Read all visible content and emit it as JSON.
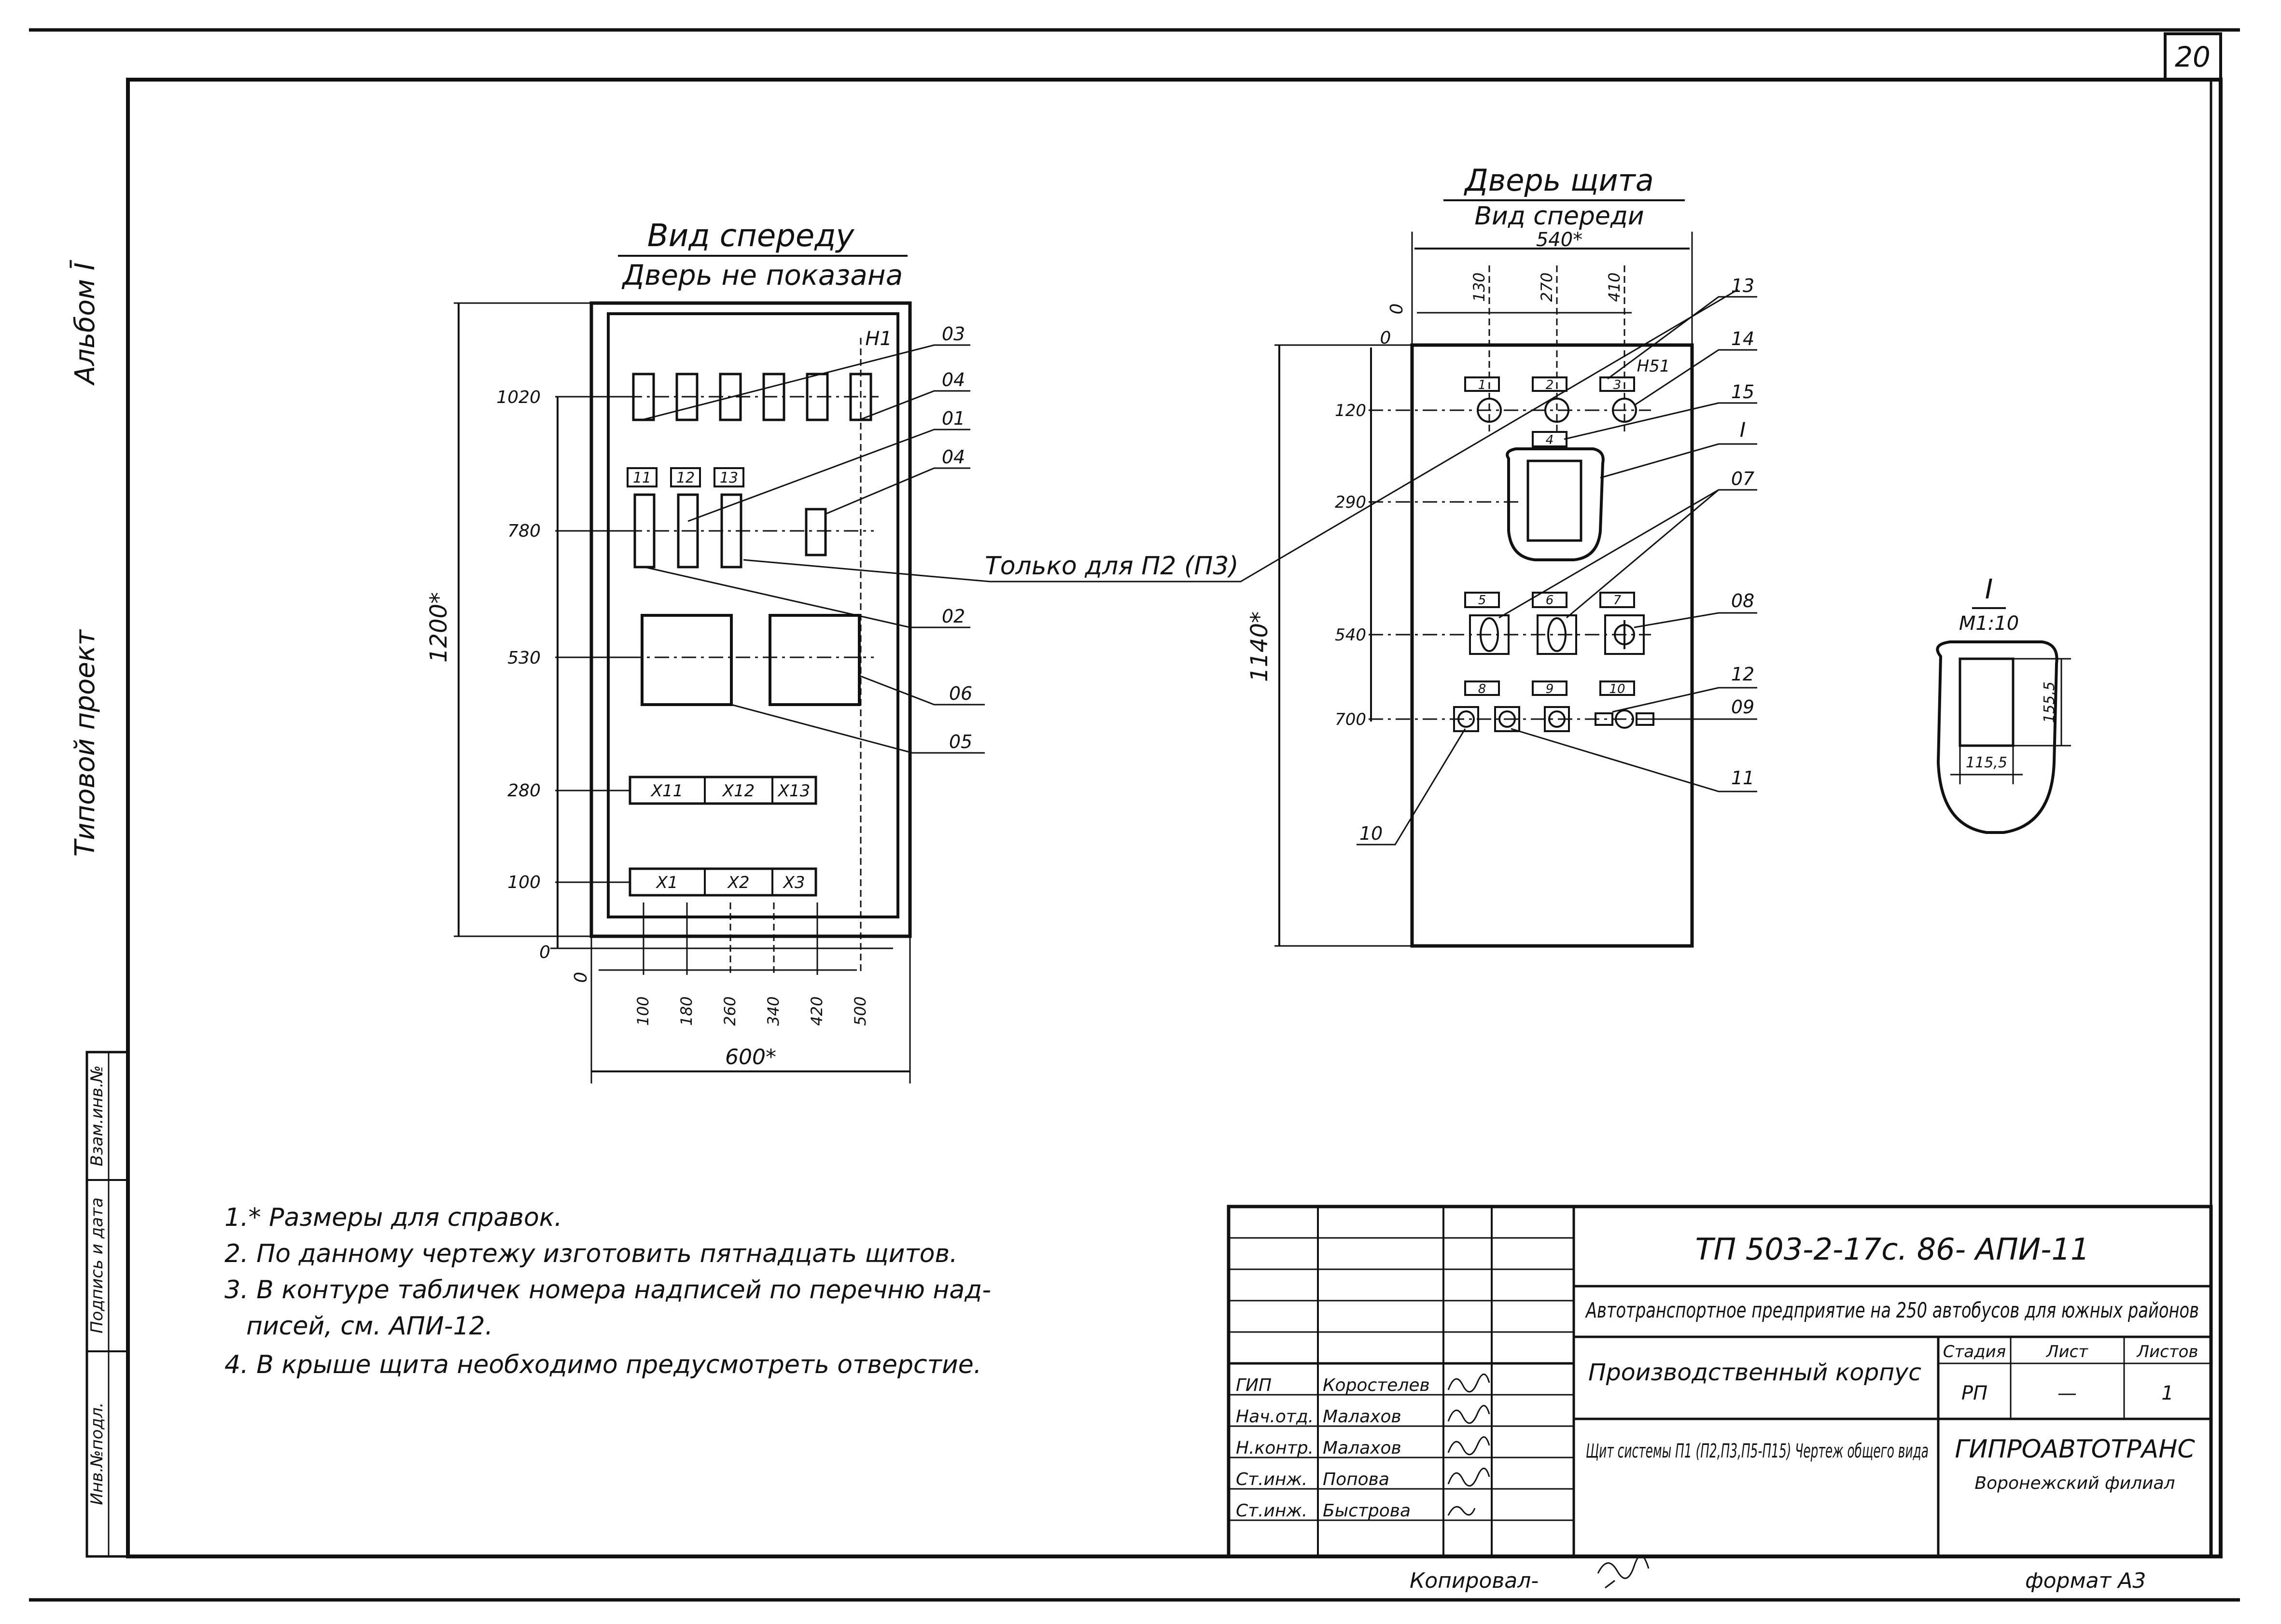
{
  "sheet_number": "20",
  "side_labels": {
    "album": "Альбом Ī",
    "project": "Типовой проект",
    "stamp_cells": [
      "Инв.№подл.",
      "Подпись и дата",
      "Взам.инв.№"
    ]
  },
  "front_view": {
    "title": "Вид спереду",
    "subtitle": "Дверь не показана",
    "panel_label": "Н1",
    "height_dim": "1200*",
    "width_dim": "600*",
    "y_ticks": [
      "1020",
      "780",
      "530",
      "280",
      "100",
      "0"
    ],
    "x_ticks": [
      "0",
      "100",
      "180",
      "260",
      "340",
      "420",
      "500"
    ],
    "device_labels": [
      "11",
      "12",
      "13"
    ],
    "terminal_top": [
      "Х11",
      "Х12",
      "Х13"
    ],
    "terminal_bottom": [
      "Х1",
      "Х2",
      "Х3"
    ],
    "callouts": [
      "03",
      "04",
      "01",
      "04",
      "02",
      "06",
      "05"
    ]
  },
  "door_view": {
    "title": "Дверь щита",
    "subtitle": "Вид спереди",
    "width_dim": "540*",
    "height_dim": "1140*",
    "panel_label": "Н51",
    "x_ticks": [
      "0",
      "130",
      "270",
      "410"
    ],
    "y_ticks": [
      "0",
      "120",
      "290",
      "540",
      "700"
    ],
    "device_labels": [
      "1",
      "2",
      "3",
      "4",
      "5",
      "6",
      "7",
      "8",
      "9",
      "10"
    ],
    "callouts": [
      "13",
      "14",
      "15",
      "I",
      "07",
      "08",
      "12",
      "09",
      "11",
      "10"
    ]
  },
  "only_for": "Только для П2 (П3)",
  "detail_view": {
    "title": "I",
    "scale": "М1:10",
    "height_dim": "155,5",
    "width_dim": "115,5"
  },
  "notes": [
    "1.* Размеры для справок.",
    "2. По данному чертежу изготовить пятнадцать щитов.",
    "3. В контуре табличек номера надписей по перечню над-",
    "писей, см. АПИ-12.",
    "4. В крыше щита необходимо предусмотреть отверстие."
  ],
  "title_block": {
    "code": "ТП 503-2-17с. 86- АПИ-11",
    "project_name": "Автотранспортное предприятие на 250 автобусов для южных районов",
    "building": "Производственный корпус",
    "drawing_title": "Щит системы П1 (П2,П3,П5-П15) Чертеж общего вида",
    "stage_header": "Стадия",
    "sheet_header": "Лист",
    "sheets_header": "Листов",
    "stage": "РП",
    "sheet": "—",
    "sheets": "1",
    "organization": "ГИПРОАВТОТРАНС",
    "branch": "Воронежский филиал",
    "signatures": [
      {
        "role": "ГИП",
        "name": "Коростелев"
      },
      {
        "role": "Нач.отд.",
        "name": "Малахов"
      },
      {
        "role": "Н.контр.",
        "name": "Малахов"
      },
      {
        "role": "Ст.инж.",
        "name": "Попова"
      },
      {
        "role": "Ст.инж.",
        "name": "Быстрова"
      }
    ]
  },
  "copied_by": "Копировал-",
  "format": "формат А3"
}
